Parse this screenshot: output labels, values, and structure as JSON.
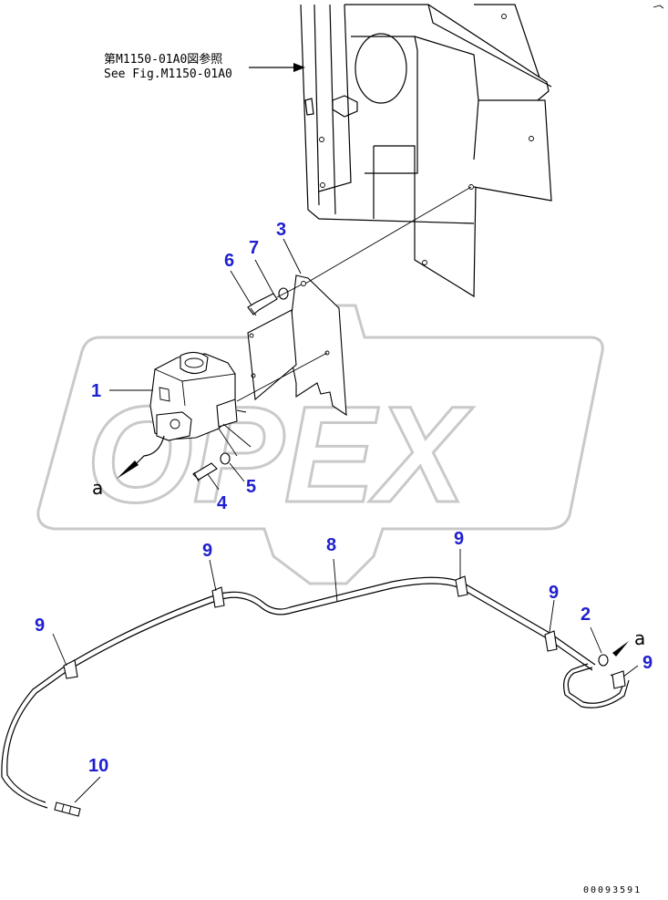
{
  "reference": {
    "line_jp": "第M1150-01A0図参照",
    "line_en": "See Fig.M1150-01A0"
  },
  "callouts": {
    "c1": "1",
    "c2": "2",
    "c3": "3",
    "c4": "4",
    "c5": "5",
    "c6": "6",
    "c7": "7",
    "c8": "8",
    "c9": "9",
    "c10": "10"
  },
  "connectors": {
    "left": "a",
    "right": "a"
  },
  "watermark": {
    "text": "OPEX"
  },
  "figure_id": "00093591",
  "colors": {
    "callout": "#1f1fd0",
    "line": "#000000",
    "watermark": "#c9c9c9"
  }
}
